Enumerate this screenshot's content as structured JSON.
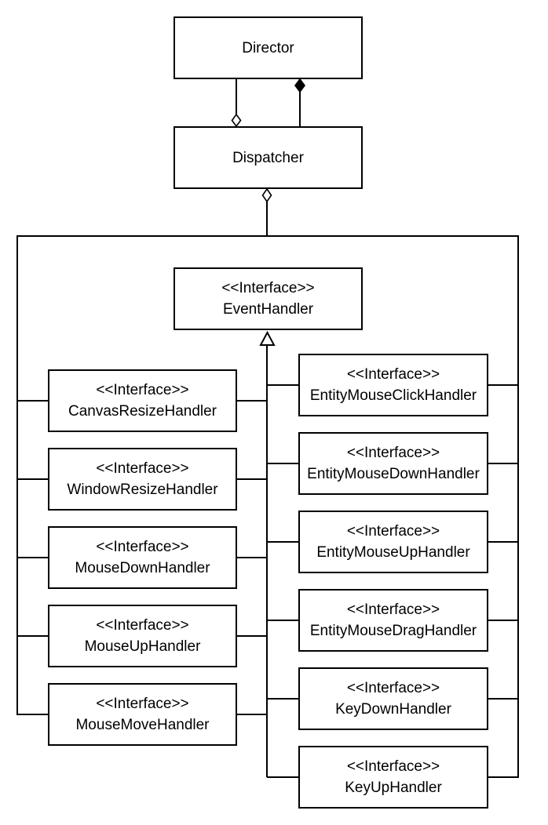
{
  "colors": {
    "background": "#ffffff",
    "line": "#000000",
    "box_border": "#000000",
    "box_fill": "#ffffff",
    "text": "#000000"
  },
  "classes": {
    "director": {
      "name": "Director"
    },
    "dispatcher": {
      "name": "Dispatcher"
    },
    "event_handler": {
      "stereotype": "<<Interface>>",
      "name": "EventHandler"
    }
  },
  "interfaces": {
    "left": [
      {
        "stereotype": "<<Interface>>",
        "name": "CanvasResizeHandler"
      },
      {
        "stereotype": "<<Interface>>",
        "name": "WindowResizeHandler"
      },
      {
        "stereotype": "<<Interface>>",
        "name": "MouseDownHandler"
      },
      {
        "stereotype": "<<Interface>>",
        "name": "MouseUpHandler"
      },
      {
        "stereotype": "<<Interface>>",
        "name": "MouseMoveHandler"
      }
    ],
    "right": [
      {
        "stereotype": "<<Interface>>",
        "name": "EntityMouseClickHandler"
      },
      {
        "stereotype": "<<Interface>>",
        "name": "EntityMouseDownHandler"
      },
      {
        "stereotype": "<<Interface>>",
        "name": "EntityMouseUpHandler"
      },
      {
        "stereotype": "<<Interface>>",
        "name": "EntityMouseDragHandler"
      },
      {
        "stereotype": "<<Interface>>",
        "name": "KeyDownHandler"
      },
      {
        "stereotype": "<<Interface>>",
        "name": "KeyUpHandler"
      }
    ]
  }
}
